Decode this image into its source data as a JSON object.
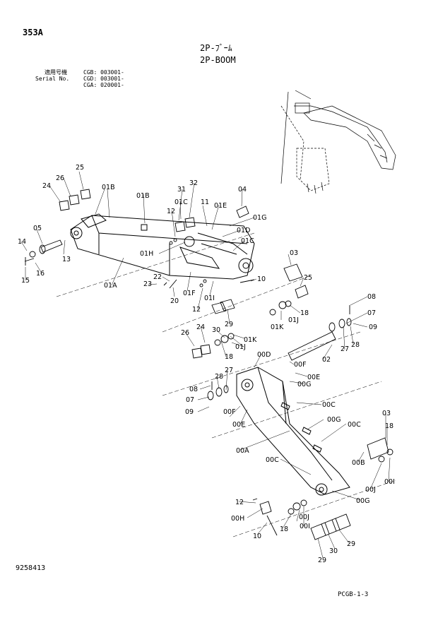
{
  "header": {
    "page_code": "353A",
    "title_jp": "2P-ﾌﾞｰﾑ",
    "title_en": "2P-BOOM",
    "serial_label_jp": "適用号機",
    "serial_label_en": "Serial No.",
    "serial_ranges": [
      "CGB: 003001-",
      "CGD: 003001-",
      "CGA: 020001-"
    ]
  },
  "footer": {
    "document_number": "9258413",
    "page_reference": "PCGB-1-3"
  },
  "callouts": {
    "c25a": "25",
    "c26a": "26",
    "c24a": "24",
    "c01Ba": "01B",
    "c01Bb": "01B",
    "c32": "32",
    "c31": "31",
    "c04": "04",
    "c01Ca": "01C",
    "c11": "11",
    "c01E": "01E",
    "c12a": "12",
    "c01G": "01G",
    "c05": "05",
    "c01D": "01D",
    "c01Cb": "01C",
    "c14": "14",
    "c13": "13",
    "c01H": "01H",
    "c16": "16",
    "c15": "15",
    "c03a": "03",
    "c22": "22",
    "c23": "23",
    "c01A": "01A",
    "c10a": "10",
    "c25b": "25",
    "c20": "20",
    "c01F": "01F",
    "c01I": "01I",
    "c12b": "12",
    "c08a": "08",
    "c18a": "18",
    "c01Ja": "01J",
    "c07a": "07",
    "c29a": "29",
    "c01K": "01K",
    "c09a": "09",
    "c30a": "30",
    "c26b": "26",
    "c24b": "24",
    "c01Kb": "01K",
    "c27a": "27",
    "c28a": "28",
    "c18b": "18",
    "c01Jb": "01J",
    "c00D": "00D",
    "c02": "02",
    "c00Fa": "00F",
    "c27b": "27",
    "c00Ea": "00E",
    "c28b": "28",
    "c00Ga": "00G",
    "c08b": "08",
    "c07b": "07",
    "c00Ca": "00C",
    "c09b": "09",
    "c00Fb": "00F",
    "c00Gb": "00G",
    "c00Eb": "00E",
    "c03b": "03",
    "c00Cb": "00C",
    "c18c": "18",
    "c00A": "00A",
    "c00Cc": "00C",
    "c00B": "00B",
    "c00I": "00I",
    "c00J": "00J",
    "c00Gc": "00G",
    "c12c": "12",
    "c00H": "00H",
    "c00Jb": "00J",
    "c18d": "18",
    "c00Ib": "00I",
    "c10b": "10",
    "c29b": "29",
    "c30b": "30",
    "c29c": "29"
  }
}
